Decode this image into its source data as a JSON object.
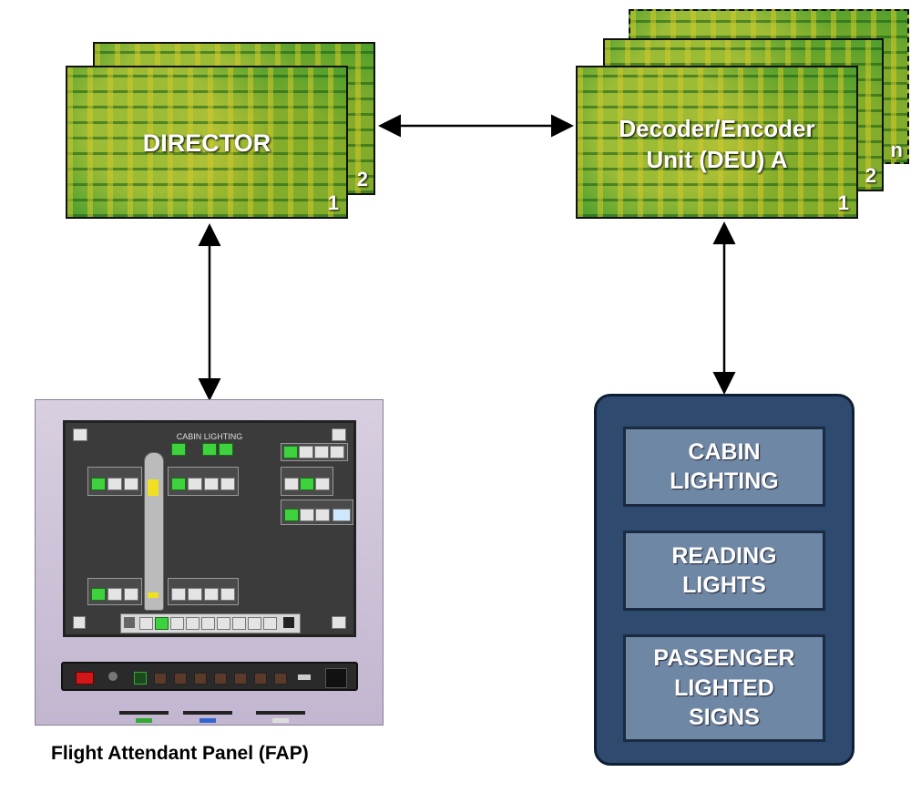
{
  "director": {
    "label": "DIRECTOR",
    "card_numbers": [
      "1",
      "2"
    ]
  },
  "deu": {
    "label_line1": "Decoder/Encoder",
    "label_line2": "Unit (DEU) A",
    "card_numbers": [
      "1",
      "2",
      "n"
    ]
  },
  "fap": {
    "caption": "Flight Attendant Panel (FAP)",
    "screen_title": "CABIN LIGHTING"
  },
  "functions": [
    {
      "line1": "CABIN",
      "line2": "LIGHTING",
      "line3": ""
    },
    {
      "line1": "READING",
      "line2": "LIGHTS",
      "line3": ""
    },
    {
      "line1": "PASSENGER",
      "line2": "LIGHTED",
      "line3": "SIGNS"
    }
  ],
  "colors": {
    "panel_blue": "#2e4a6e",
    "box_blue": "#6e87a4",
    "pcb_green": "#3d9a2e",
    "button_green": "#3fd23f"
  }
}
